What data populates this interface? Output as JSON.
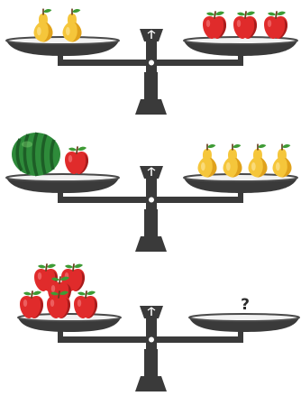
{
  "puzzle": {
    "question_mark": "?",
    "colors": {
      "scale": "#3a3a3a",
      "pan_rim": "#4a4a4a",
      "pan_fill": "#f2f2f2",
      "pear": "#f5c63b",
      "pear_shade": "#e0a21c",
      "apple": "#e02b2b",
      "apple_shade": "#a81c1c",
      "leaf": "#3e9b35",
      "stem": "#6b3e1e",
      "watermelon": "#2e8b3a",
      "watermelon_stripe": "#1d5e26"
    },
    "scales": [
      {
        "left": [
          {
            "fruit": "pear",
            "count": 2
          }
        ],
        "right": [
          {
            "fruit": "apple",
            "count": 3
          }
        ]
      },
      {
        "left": [
          {
            "fruit": "watermelon",
            "count": 1
          },
          {
            "fruit": "apple",
            "count": 1
          }
        ],
        "right": [
          {
            "fruit": "pear",
            "count": 4
          }
        ]
      },
      {
        "left": [
          {
            "fruit": "apple",
            "count": 6
          }
        ],
        "right": [
          {
            "fruit": "unknown",
            "count": 0
          }
        ]
      }
    ]
  }
}
